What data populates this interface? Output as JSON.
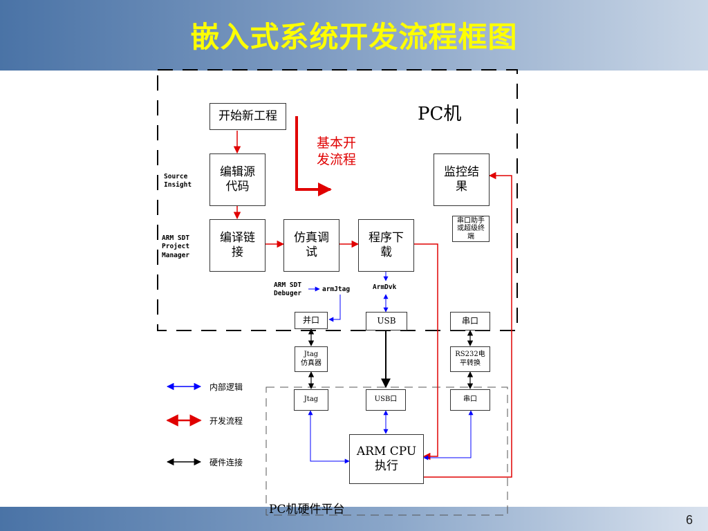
{
  "slide": {
    "title": "嵌入式系统开发流程框图",
    "page_number": "6"
  },
  "pc_section": {
    "label": "PC机",
    "flow_label": "基本开\n发流程",
    "side_labels": {
      "source_insight": "Source\nInsight",
      "arm_sdt_pm": "ARM SDT\nProject\nManager"
    },
    "boxes": {
      "new_project": "开始新工程",
      "edit_source": "编辑源\n代码",
      "compile_link": "编译链\n接",
      "simulate_debug": "仿真调\n试",
      "download": "程序下\n载",
      "monitor": "监控结\n果",
      "serial_tool": "串口助手\n或超级终\n端"
    },
    "tool_labels": {
      "arm_sdt_debugger": "ARM SDT\nDebuger",
      "arm_jtag": "armJtag",
      "arm_dvk": "ArmDvk"
    },
    "ports": {
      "parallel": "并口",
      "usb": "USB",
      "serial": "串口"
    }
  },
  "middle": {
    "jtag_emulator": "Jtag\n仿真器",
    "rs232": "RS232电\n平转换"
  },
  "hardware_section": {
    "label": "PC机硬件平台",
    "ports": {
      "jtag": "Jtag",
      "usb": "USB口",
      "serial": "串口"
    },
    "cpu": "ARM CPU\n执行"
  },
  "legend": {
    "items": [
      {
        "label": "内部逻辑",
        "color": "#0000ff"
      },
      {
        "label": "开发流程",
        "color": "#e00000"
      },
      {
        "label": "硬件连接",
        "color": "#000000"
      }
    ]
  },
  "colors": {
    "title": "#ffff00",
    "logic": "#0000ff",
    "flow": "#e00000",
    "hardware": "#000000"
  }
}
